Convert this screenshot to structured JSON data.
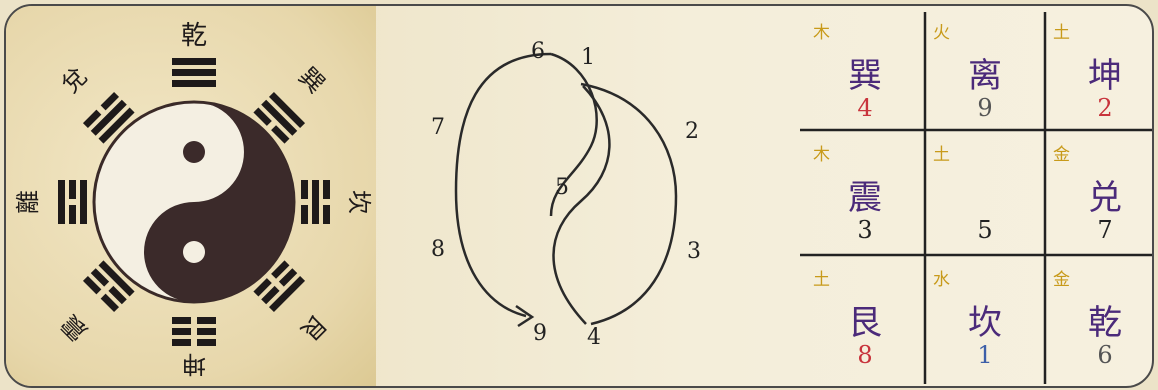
{
  "bagua": {
    "top": "乾",
    "top_right": "巽",
    "right": "坎",
    "bottom_right": "艮",
    "bottom": "坤",
    "bottom_left": "震",
    "left": "離",
    "top_left": "兌"
  },
  "middle_numbers": {
    "n1": "1",
    "n2": "2",
    "n3": "3",
    "n4": "4",
    "n5": "5",
    "n6": "6",
    "n7": "7",
    "n8": "8",
    "n9": "9"
  },
  "grid": {
    "cells": [
      {
        "elem": "木",
        "gua": "巽",
        "num": "4"
      },
      {
        "elem": "火",
        "gua": "离",
        "num": "9"
      },
      {
        "elem": "土",
        "gua": "坤",
        "num": "2"
      },
      {
        "elem": "木",
        "gua": "震",
        "num": "3"
      },
      {
        "elem": "土",
        "gua": "",
        "num": "5"
      },
      {
        "elem": "金",
        "gua": "兑",
        "num": "7"
      },
      {
        "elem": "土",
        "gua": "艮",
        "num": "8"
      },
      {
        "elem": "水",
        "gua": "坎",
        "num": "1"
      },
      {
        "elem": "金",
        "gua": "乾",
        "num": "6"
      }
    ]
  },
  "colors": {
    "elem": "#c89a1a",
    "gua": "#4b2a7a",
    "num_red": "#c8343c",
    "num_blue": "#3d5fa8",
    "num_gray": "#555555"
  }
}
